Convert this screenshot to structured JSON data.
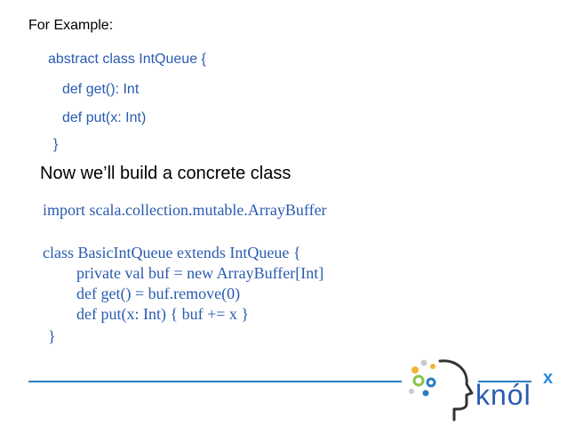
{
  "heading": "For Example:",
  "abstract_code": [
    "abstract class IntQueue {",
    "def get(): Int",
    "def put(x: Int)",
    "}"
  ],
  "subheading": "Now we’ll build a concrete class",
  "import_line": "import scala.collection.mutable.ArrayBuffer",
  "concrete_code": [
    "class BasicIntQueue extends IntQueue {",
    "private val buf = new ArrayBuffer[Int]",
    "def get() = buf.remove(0)",
    "def put(x: Int) { buf += x }",
    "}"
  ],
  "logo": {
    "text": "knól",
    "mark": "x",
    "icon": "profile-head-gears-icon"
  },
  "colors": {
    "code": "#2a5bb0",
    "divider": "#2a7ec0",
    "logo_x": "#2a88d8"
  }
}
